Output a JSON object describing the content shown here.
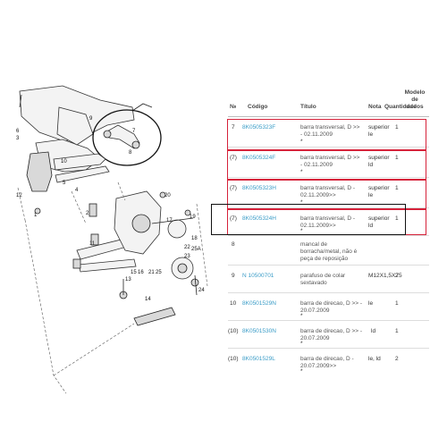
{
  "table": {
    "headers": {
      "num": "№",
      "code": "Código",
      "title": "Título",
      "note": "Nota",
      "qty": "Quantidade",
      "model": "Modelo de dados"
    },
    "rows": [
      {
        "num": "7",
        "code": "8K0505323F",
        "title": "barra transversal, D >> - 02.11.2009",
        "mark": "*",
        "note": "superior le",
        "qty": "1"
      },
      {
        "num": "(7)",
        "code": "8K0505324F",
        "title": "barra transversal, D >> - 02.11.2009",
        "mark": "*",
        "note": "superior ld",
        "qty": "1"
      },
      {
        "num": "(7)",
        "code": "8K0505323H",
        "title": "barra transversal, D - 02.11.2009>>",
        "mark": "*",
        "note": "superior le",
        "qty": "1"
      },
      {
        "num": "(7)",
        "code": "8K0505324H",
        "title": "barra transversal, D - 02.11.2009>>",
        "mark": "*",
        "note": "superior ld",
        "qty": "1"
      },
      {
        "num": "8",
        "code": "",
        "title": "mancal de borracha/metal, não é peça de reposição",
        "mark": "",
        "note": "",
        "qty": ""
      },
      {
        "num": "9",
        "code": "N 10500701",
        "title": "parafuso de colar sextavado",
        "mark": "",
        "note": "M12X1,5X75",
        "qty": "2"
      },
      {
        "num": "10",
        "code": "8K0501529N",
        "title": "barra de direcao, D >> - 20.07.2009",
        "mark": "*",
        "note": "le",
        "qty": "1"
      },
      {
        "num": "(10)",
        "code": "8K0501530N",
        "title": "barra de direcao, D >> - 20.07.2009",
        "mark": "*",
        "note": "ld",
        "qty": "1"
      },
      {
        "num": "(10)",
        "code": "8K0501529L",
        "title": "barra de direcao, D - 20.07.2009>>",
        "mark": "*",
        "note": "le, ld",
        "qty": "2"
      }
    ]
  },
  "callouts": [
    "1",
    "2",
    "3",
    "4",
    "5",
    "6",
    "7",
    "8",
    "9",
    "10",
    "11",
    "12",
    "13",
    "14",
    "15",
    "16",
    "17",
    "18",
    "19",
    "20",
    "21",
    "22",
    "23",
    "24",
    "25",
    "25A"
  ],
  "colors": {
    "highlight_red": "#d6223a",
    "link_blue": "#3a9cc7"
  }
}
